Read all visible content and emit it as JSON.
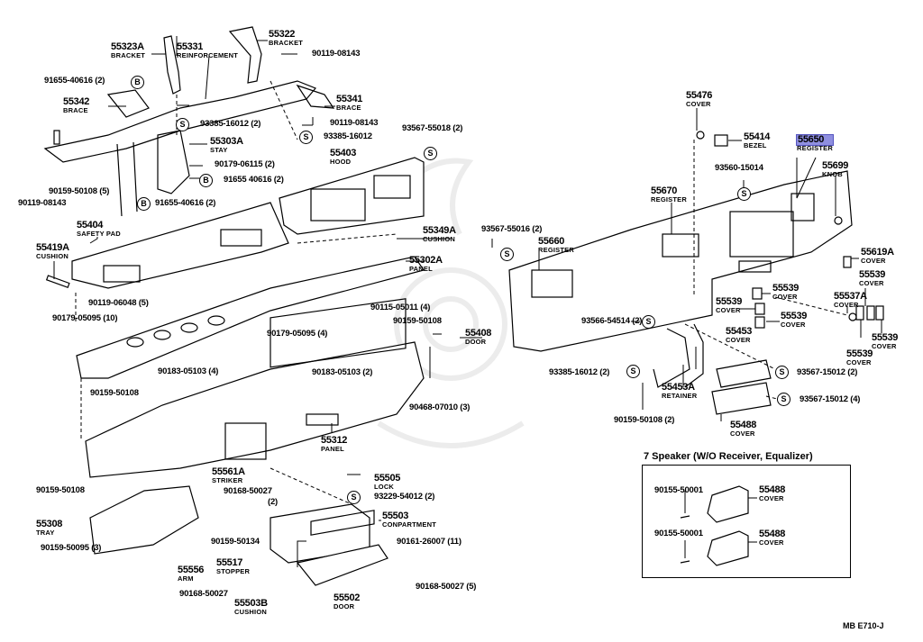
{
  "diagram": {
    "code": "MB E710-J",
    "highlight_color": "#8f8fe0",
    "parts": [
      {
        "id": "p55323A",
        "number": "55323A",
        "name": "BRACKET"
      },
      {
        "id": "p55331",
        "number": "55331",
        "name": "REINFORCEMENT"
      },
      {
        "id": "p55322",
        "number": "55322",
        "name": "BRACKET"
      },
      {
        "id": "p55342",
        "number": "55342",
        "name": "BRACE"
      },
      {
        "id": "p55341",
        "number": "55341",
        "name": "BRACE"
      },
      {
        "id": "p55303A",
        "number": "55303A",
        "name": "STAY"
      },
      {
        "id": "p55403",
        "number": "55403",
        "name": "HOOD"
      },
      {
        "id": "p55404",
        "number": "55404",
        "name": "SAFETY PAD"
      },
      {
        "id": "p55419A",
        "number": "55419A",
        "name": "CUSHION"
      },
      {
        "id": "p55349A",
        "number": "55349A",
        "name": "CUSHION"
      },
      {
        "id": "p55302A",
        "number": "55302A",
        "name": "PANEL"
      },
      {
        "id": "p55408",
        "number": "55408",
        "name": "DOOR"
      },
      {
        "id": "p55312",
        "number": "55312",
        "name": "PANEL"
      },
      {
        "id": "p55561A",
        "number": "55561A",
        "name": "STRIKER"
      },
      {
        "id": "p55505",
        "number": "55505",
        "name": "LOCK"
      },
      {
        "id": "p55308",
        "number": "55308",
        "name": "TRAY"
      },
      {
        "id": "p55503",
        "number": "55503",
        "name": "CONPARTMENT"
      },
      {
        "id": "p55517",
        "number": "55517",
        "name": "STOPPER"
      },
      {
        "id": "p55556",
        "number": "55556",
        "name": "ARM"
      },
      {
        "id": "p55503B",
        "number": "55503B",
        "name": "CUSHION"
      },
      {
        "id": "p55502",
        "number": "55502",
        "name": "DOOR"
      },
      {
        "id": "p55476",
        "number": "55476",
        "name": "COVER"
      },
      {
        "id": "p55414",
        "number": "55414",
        "name": "BEZEL"
      },
      {
        "id": "p55650",
        "number": "55650",
        "name": "REGISTER",
        "highlighted": true
      },
      {
        "id": "p55699",
        "number": "55699",
        "name": "KNOB"
      },
      {
        "id": "p55670",
        "number": "55670",
        "name": "REGISTER"
      },
      {
        "id": "p55660",
        "number": "55660",
        "name": "REGISTER"
      },
      {
        "id": "p55619A",
        "number": "55619A",
        "name": "COVER"
      },
      {
        "id": "p55539a",
        "number": "55539",
        "name": "COVER"
      },
      {
        "id": "p55539b",
        "number": "55539",
        "name": "COVER"
      },
      {
        "id": "p55539c",
        "number": "55539",
        "name": "COVER"
      },
      {
        "id": "p55539d",
        "number": "55539",
        "name": "COVER"
      },
      {
        "id": "p55537A",
        "number": "55537A",
        "name": "COVER"
      },
      {
        "id": "p55539e",
        "number": "55539",
        "name": "COVER"
      },
      {
        "id": "p55539f",
        "number": "55539",
        "name": "COVER"
      },
      {
        "id": "p55453",
        "number": "55453",
        "name": "COVER"
      },
      {
        "id": "p55453A",
        "number": "55453A",
        "name": "RETAINER"
      },
      {
        "id": "p55488",
        "number": "55488",
        "name": "COVER"
      }
    ],
    "fasteners": [
      "91655-40616 (2)",
      "90119-08143",
      "93385-16012 (2)",
      "90119-08143",
      "93385-16012",
      "93567-55018 (2)",
      "90179-06115 (2)",
      "91655 40616 (2)",
      "90159-50108 (5)",
      "90119-08143",
      "91655-40616 (2)",
      "90119-06048 (5)",
      "90179-05095 (10)",
      "90115-05011 (4)",
      "90159-50108",
      "90179-05095 (4)",
      "90183-05103 (4)",
      "90183-05103 (2)",
      "90159-50108",
      "90468-07010 (3)",
      "90159-50108",
      "90168-50027",
      "(2)",
      "93229-54012 (2)",
      "90159-50134",
      "90161-26007 (11)",
      "90159-50095 (3)",
      "90168-50027",
      "90168-50027 (5)",
      "93560-15014",
      "93567-55016 (2)",
      "93566-54514 (2)",
      "93385-16012 (2)",
      "93567-15012 (2)",
      "93567-15012 (4)",
      "90159-50108 (2)"
    ],
    "symbols": {
      "b": "B",
      "s": "S"
    },
    "speaker_box": {
      "title": "7 Speaker (W/O Receiver, Equalizer)",
      "items": [
        {
          "fastener": "90155-50001",
          "number": "55488",
          "name": "COVER"
        },
        {
          "fastener": "90155-50001",
          "number": "55488",
          "name": "COVER"
        }
      ]
    }
  }
}
